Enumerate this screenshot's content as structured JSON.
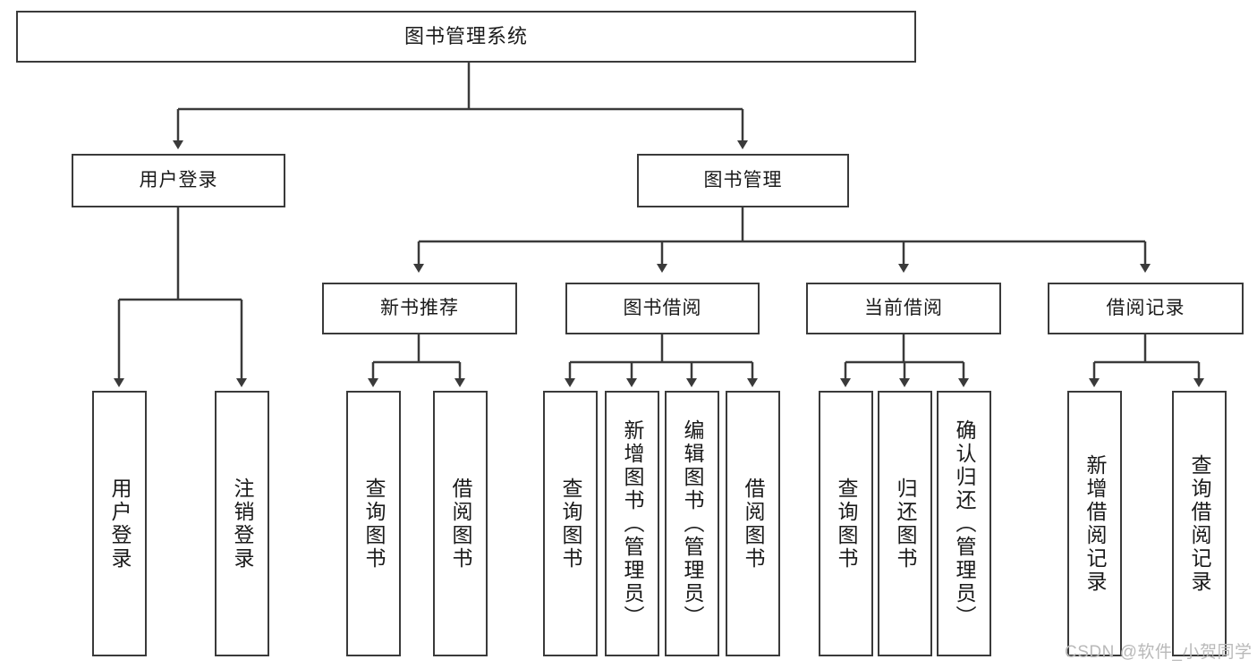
{
  "diagram": {
    "title": "图书管理系统",
    "root": {
      "label": "图书管理系统"
    },
    "level2": [
      {
        "label": "用户登录"
      },
      {
        "label": "图书管理"
      }
    ],
    "level3": [
      {
        "label": "新书推荐"
      },
      {
        "label": "图书借阅"
      },
      {
        "label": "当前借阅"
      },
      {
        "label": "借阅记录"
      }
    ],
    "leaves": {
      "user_login": [
        {
          "label": "用户登录"
        },
        {
          "label": "注销登录"
        }
      ],
      "new_book": [
        {
          "label": "查询图书"
        },
        {
          "label": "借阅图书"
        }
      ],
      "book_borrow": [
        {
          "label": "查询图书"
        },
        {
          "label": "新增图书（管理员）"
        },
        {
          "label": "编辑图书（管理员）"
        },
        {
          "label": "借阅图书"
        }
      ],
      "current_borrow": [
        {
          "label": "查询图书"
        },
        {
          "label": "归还图书"
        },
        {
          "label": "确认归还（管理员）"
        }
      ],
      "borrow_record": [
        {
          "label": "新增借阅记录"
        },
        {
          "label": "查询借阅记录"
        }
      ]
    }
  },
  "watermark": {
    "text": "CSDN @软件_小贺同学"
  },
  "colors": {
    "stroke": "#3a3a3a",
    "text": "#1a1a1a",
    "background": "#ffffff",
    "watermark": "#b9b9b9"
  }
}
